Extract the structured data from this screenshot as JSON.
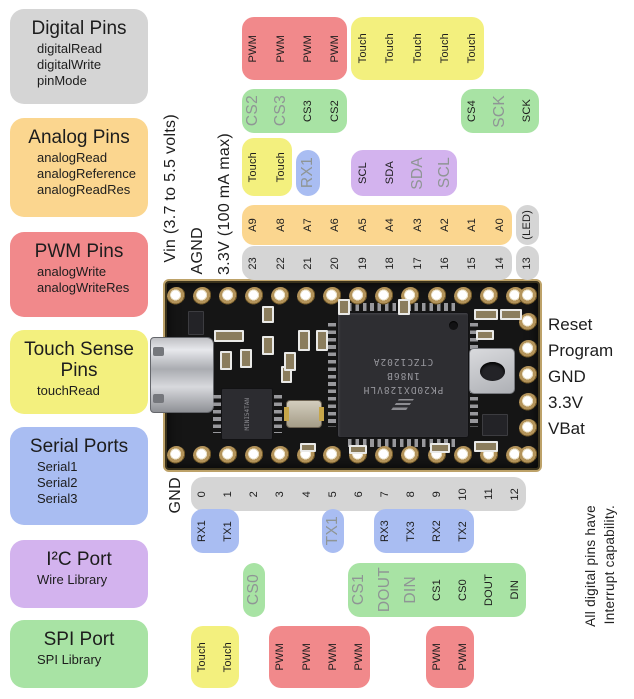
{
  "legend": [
    {
      "id": "digital",
      "title": "Digital Pins",
      "color": "gray",
      "items": [
        "digitalRead",
        "digitalWrite",
        "pinMode"
      ]
    },
    {
      "id": "analog",
      "title": "Analog Pins",
      "color": "orange",
      "items": [
        "analogRead",
        "analogReference",
        "analogReadRes"
      ]
    },
    {
      "id": "pwm",
      "title": "PWM Pins",
      "color": "red",
      "items": [
        "analogWrite",
        "analogWriteRes"
      ]
    },
    {
      "id": "touch",
      "title": "Touch Sense Pins",
      "color": "yellow",
      "items": [
        "touchRead"
      ]
    },
    {
      "id": "serial",
      "title": "Serial Ports",
      "color": "blue",
      "items": [
        "Serial1",
        "Serial2",
        "Serial3"
      ]
    },
    {
      "id": "i2c",
      "title": "I²C Port",
      "color": "purple",
      "items": [
        "Wire Library"
      ]
    },
    {
      "id": "spi",
      "title": "SPI Port",
      "color": "green",
      "items": [
        "SPI Library"
      ]
    }
  ],
  "left_pin_labels": [
    "Vin (3.7 to 5.5 volts)",
    "AGND",
    "3.3V (100 mA max)"
  ],
  "bottom_left_pin_label": "GND",
  "right_pin_labels": [
    "Reset",
    "Program",
    "GND",
    "3.3V",
    "VBat"
  ],
  "note": {
    "line1": "All digital pins have",
    "line2": "Interrupt capability."
  },
  "pin_groups": {
    "top": [
      {
        "band": "t1",
        "color": "red",
        "start": 3,
        "labels": [
          "PWM",
          "PWM",
          "PWM",
          "PWM"
        ]
      },
      {
        "band": "t1",
        "color": "yellow",
        "start": 7,
        "labels": [
          "Touch",
          "Touch",
          "Touch",
          "Touch",
          "Touch"
        ]
      },
      {
        "band": "t2",
        "color": "green",
        "start": 3,
        "labels": [
          {
            "text": "CS2",
            "dim": true
          },
          {
            "text": "CS3",
            "dim": true
          },
          "CS3",
          "CS2"
        ]
      },
      {
        "band": "t2",
        "color": "green",
        "start": 11,
        "labels": [
          "CS4",
          {
            "text": "SCK",
            "dim": true
          },
          "SCK"
        ]
      },
      {
        "band": "t3",
        "color": "yellow",
        "start": 3,
        "labels": [
          "Touch",
          "Touch"
        ]
      },
      {
        "band": "t3",
        "color": "blue",
        "start": 5,
        "labels": [
          {
            "text": "RX1",
            "dim": true
          }
        ]
      },
      {
        "band": "t3",
        "color": "purple",
        "start": 7,
        "labels": [
          "SCL",
          "SDA",
          {
            "text": "SDA",
            "dim": true
          },
          {
            "text": "SCL",
            "dim": true
          }
        ]
      },
      {
        "band": "t4",
        "color": "orange",
        "start": 3,
        "labels": [
          "A9",
          "A8",
          "A7",
          "A6",
          "A5",
          "A4",
          "A3",
          "A2",
          "A1",
          "A0"
        ]
      },
      {
        "band": "t4",
        "color": "gray",
        "start": 13,
        "labels": [
          {
            "text": "(LED)",
            "small": true
          }
        ]
      },
      {
        "band": "t5",
        "color": "gray",
        "start": 3,
        "labels": [
          "23",
          "22",
          "21",
          "20",
          "19",
          "18",
          "17",
          "16",
          "15",
          "14"
        ]
      },
      {
        "band": "t5",
        "color": "gray",
        "start": 13,
        "labels": [
          "13"
        ]
      }
    ],
    "bottom": [
      {
        "band": "b1",
        "color": "gray",
        "start": 1,
        "labels": [
          "0",
          "1",
          "2",
          "3",
          "4",
          "5",
          "6",
          "7",
          "8",
          "9",
          "10",
          "11",
          "12"
        ]
      },
      {
        "band": "b2",
        "color": "blue",
        "start": 1,
        "labels": [
          "RX1",
          "TX1"
        ]
      },
      {
        "band": "b2",
        "color": "blue",
        "start": 6,
        "labels": [
          {
            "text": "TX1",
            "dim": true
          }
        ]
      },
      {
        "band": "b2",
        "color": "blue",
        "start": 8,
        "labels": [
          "RX3",
          "TX3",
          "RX2",
          "TX2"
        ]
      },
      {
        "band": "b3",
        "color": "green",
        "start": 3,
        "labels": [
          {
            "text": "CS0",
            "dim": true
          }
        ]
      },
      {
        "band": "b3",
        "color": "green",
        "start": 7,
        "labels": [
          {
            "text": "CS1",
            "dim": true
          },
          {
            "text": "DOUT",
            "dim": true
          },
          {
            "text": "DIN",
            "dim": true
          },
          "CS1",
          "CS0",
          "DOUT",
          "DIN"
        ]
      },
      {
        "band": "b4",
        "color": "yellow",
        "start": 1,
        "labels": [
          "Touch",
          "Touch"
        ]
      },
      {
        "band": "b4",
        "color": "red",
        "start": 4,
        "labels": [
          "PWM",
          "PWM",
          "PWM",
          "PWM"
        ]
      },
      {
        "band": "b4",
        "color": "red",
        "start": 10,
        "labels": [
          "PWM",
          "PWM"
        ]
      }
    ]
  },
  "board": {
    "mcu_text": [
      "PK20DX128VLH",
      "1N86B",
      "CTZC1202A"
    ],
    "bootloader_text": "MINI54TAN"
  },
  "colors": {
    "gray": "#d5d5d5",
    "orange": "#fbd68f",
    "red": "#f1898b",
    "yellow": "#f3f07e",
    "blue": "#a9bdf2",
    "purple": "#d3b3ee",
    "green": "#a8e3a4",
    "dim_text": "#8f9595",
    "pcb": "#151515",
    "board_edge": "#bda269"
  }
}
